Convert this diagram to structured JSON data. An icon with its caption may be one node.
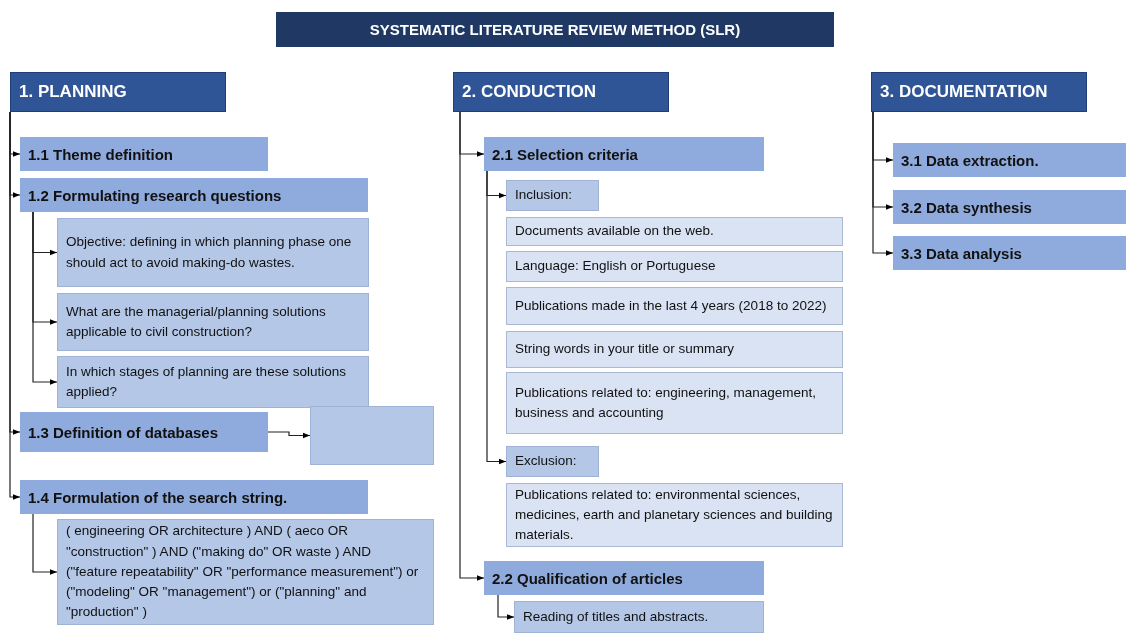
{
  "diagram": {
    "title": "SYSTEMATIC LITERATURE REVIEW METHOD (SLR)",
    "nodes": [
      {
        "text": [
          "1. PLANNING"
        ]
      },
      {
        "text": [
          "1.1 Theme definition"
        ]
      },
      {
        "text": [
          "1.2 Formulating research questions"
        ]
      },
      {
        "text": [
          "Objective: defining in which planning phase one should act to avoid making-do wastes."
        ]
      },
      {
        "text": [
          "What are the managerial/planning solutions applicable to civil construction?"
        ]
      },
      {
        "text": [
          "In which stages of planning are these solutions applied?"
        ]
      },
      {
        "text": [
          "1.3 Definition of databases"
        ]
      },
      {
        "text": [],
        "shape": "box"
      },
      {
        "text": [
          "1.4 Formulation of the search string."
        ]
      },
      {
        "text": [
          "( engineering OR architecture ) AND ( aeco OR \"construction\" ) AND (\"making do\" OR waste ) AND (\"feature repeatability\" OR \"performance measurement\") or (\"modeling\" OR \"management\") or (\"planning\" and \"production\" )"
        ]
      },
      {
        "text": [
          "2. CONDUCTION"
        ]
      },
      {
        "text": [
          "2.1 Selection criteria"
        ]
      },
      {
        "text": [
          "Inclusion:"
        ]
      },
      {
        "text": [
          "Documents available on the web."
        ]
      },
      {
        "text": [
          "Language: English or Portuguese"
        ]
      },
      {
        "text": [
          "Publications made in the last 4 years (2018 to 2022)"
        ]
      },
      {
        "text": [
          "String words in your title or summary"
        ]
      },
      {
        "text": [
          "Publications related to: engineering, management, business and accounting"
        ]
      },
      {
        "text": [
          "Exclusion:"
        ]
      },
      {
        "text": [
          "Publications related to: environmental sciences, medicines, earth and planetary sciences and building materials."
        ]
      },
      {
        "text": [
          "2.2 Qualification of articles"
        ]
      },
      {
        "text": [
          "Reading of titles and abstracts."
        ]
      },
      {
        "text": [
          "3. DOCUMENTATION"
        ]
      },
      {
        "text": [
          "3.1 Data extraction."
        ]
      },
      {
        "text": [
          "3.2 Data synthesis"
        ]
      },
      {
        "text": [
          "3.3 Data analysis"
        ]
      }
    ],
    "edges": [
      {
        "from": 0,
        "to": 1,
        "arrow": "to"
      },
      {
        "from": 0,
        "to": 2,
        "arrow": "to"
      },
      {
        "from": 2,
        "to": 3,
        "arrow": "to"
      },
      {
        "from": 2,
        "to": 4,
        "arrow": "to"
      },
      {
        "from": 2,
        "to": 5,
        "arrow": "to"
      },
      {
        "from": 0,
        "to": 6,
        "arrow": "to"
      },
      {
        "from": 6,
        "to": 7,
        "arrow": "to"
      },
      {
        "from": 0,
        "to": 8,
        "arrow": "to"
      },
      {
        "from": 8,
        "to": 9,
        "arrow": "to"
      },
      {
        "from": 10,
        "to": 11,
        "arrow": "to"
      },
      {
        "from": 11,
        "to": 12,
        "arrow": "to"
      },
      {
        "from": 11,
        "to": 18,
        "arrow": "to"
      },
      {
        "from": 10,
        "to": 20,
        "arrow": "to"
      },
      {
        "from": 20,
        "to": 21,
        "arrow": "to"
      },
      {
        "from": 22,
        "to": 23,
        "arrow": "to"
      },
      {
        "from": 22,
        "to": 24,
        "arrow": "to"
      },
      {
        "from": 22,
        "to": 25,
        "arrow": "to"
      }
    ]
  }
}
